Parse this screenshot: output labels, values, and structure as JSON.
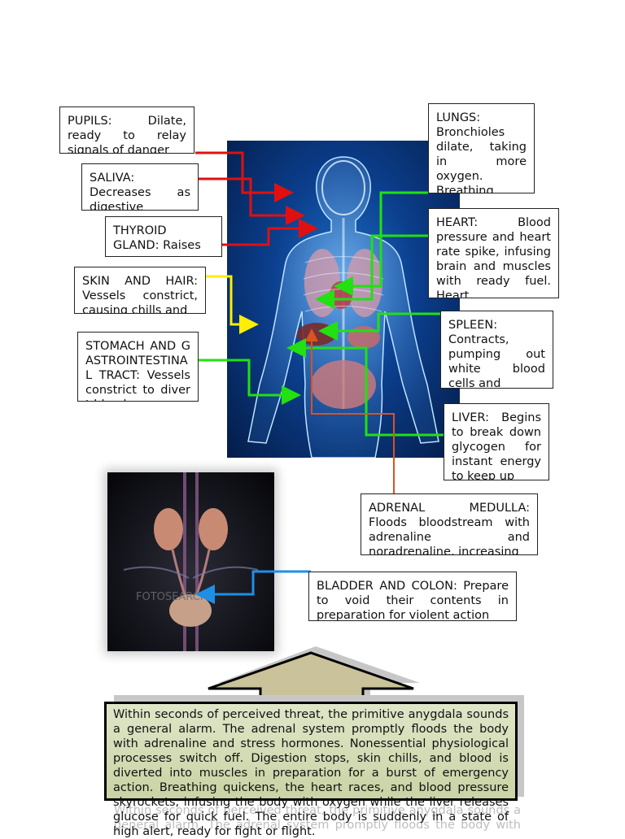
{
  "labels": {
    "pupils": "PUPILS: Dilate, ready to relay signals of danger",
    "saliva": "SALIVA: Decreases as digestive",
    "thyroid": "THYROID GLAND: Raises",
    "skin": "SKIN AND HAIR: Vessels constrict, causing chills and",
    "stomach": "STOMACH AND GASTROINTESTINAL TRACT: Vessels constrict to divert blood",
    "lungs": "LUNGS: Bronchioles dilate, taking in more oxygen. Breathing",
    "heart": "HEART: Blood pressure and heart rate spike, infusing brain and muscles with ready fuel. Heart",
    "spleen": "SPLEEN: Contracts, pumping out white blood cells and",
    "liver": "LIVER: Begins to break down glycogen for instant energy to keep up",
    "adrenal": "ADRENAL MEDULLA: Floods bloodstream with adrenaline and noradrenaline, increasing",
    "bladder": "BLADDER AND COLON: Prepare to void their contents in preparation for violent action"
  },
  "images": {
    "pelvis_watermark": "FOTOSEARCH"
  },
  "summary": {
    "text": "Within seconds of perceived threat, the primitive anygdala sounds a general alarm.  The adrenal system promptly floods the body with adrenaline and stress hormones.  Nonessential physiological processes switch off.  Digestion stops, skin chills, and blood is diverted into muscles in preparation for a burst of emergency action.  Breathing quickens, the heart races, and blood pressure skyrockets, infusing the body with oxygen while the liver releases glucose for quick fuel.  The entire body is suddenly in a state of high alert, ready for fight or flight."
  },
  "colors": {
    "red_connector": "#e01010",
    "green_connector": "#22e011",
    "yellow_connector": "#ffee00",
    "orange_connector": "#d9541e",
    "blue_connector": "#1e8fe6"
  }
}
